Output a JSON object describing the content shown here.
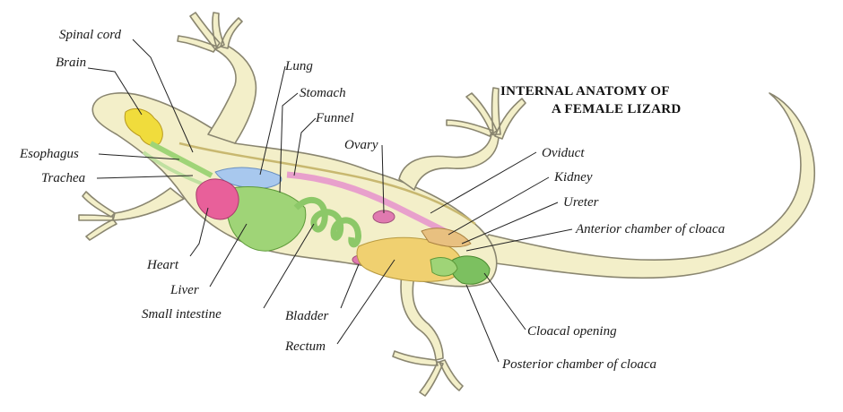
{
  "title": {
    "line1": "INTERNAL ANATOMY OF",
    "line2": "A FEMALE LIZARD"
  },
  "labels": {
    "spinal_cord": "Spinal cord",
    "brain": "Brain",
    "esophagus": "Esophagus",
    "trachea": "Trachea",
    "heart": "Heart",
    "liver": "Liver",
    "small_intestine": "Small intestine",
    "lung": "Lung",
    "stomach": "Stomach",
    "funnel": "Funnel",
    "ovary": "Ovary",
    "bladder": "Bladder",
    "rectum": "Rectum",
    "oviduct": "Oviduct",
    "kidney": "Kidney",
    "ureter": "Ureter",
    "anterior_chamber": "Anterior chamber of cloaca",
    "cloacal_opening": "Cloacal opening",
    "posterior_chamber": "Posterior chamber of cloaca"
  },
  "colors": {
    "body_fill": "#f3efc9",
    "body_outline": "#8a8670",
    "brain": "#f0dc3c",
    "heart": "#e8609a",
    "lung": "#a8c8ee",
    "liver_gut": "#9fd477",
    "oviduct": "#e8a0cc",
    "ovary": "#e07ab0",
    "rectum": "#f0d070",
    "cloaca": "#7cc060",
    "kidney": "#e8c080"
  }
}
